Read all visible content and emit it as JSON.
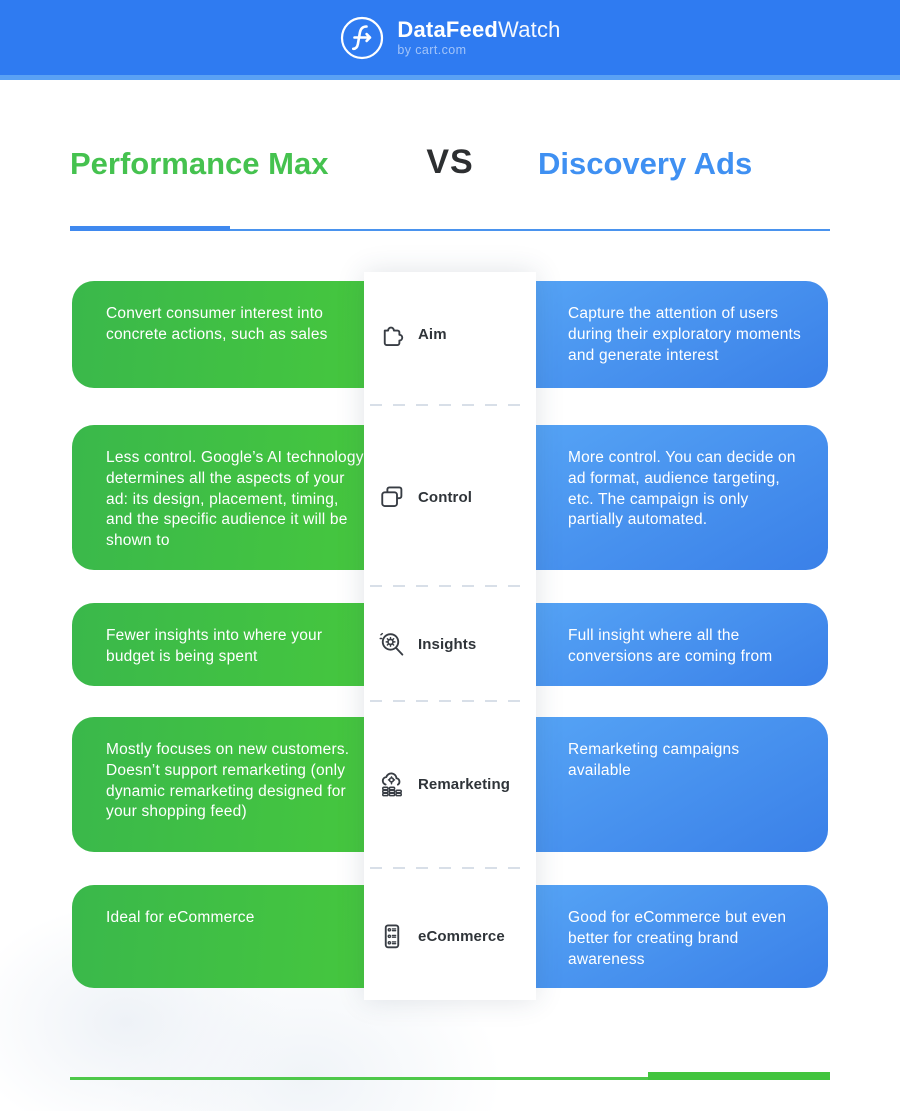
{
  "header": {
    "brand_bold": "DataFeed",
    "brand_light": "Watch",
    "brand_sub": "by cart.com"
  },
  "title": {
    "left": "Performance Max",
    "vs": "VS",
    "right": "Discovery Ads"
  },
  "colors": {
    "header_blue": "#2f7bf1",
    "header_accent": "#5aa1f4",
    "green_title": "#45c24f",
    "blue_title": "#3f90f2",
    "green_card_gradient": [
      "#3ab84b",
      "#4ccf37"
    ],
    "blue_card_gradient": [
      "#55a3f5",
      "#3a80e8"
    ],
    "top_rule": "#4a93ee",
    "bottom_rule": "#4ec84a"
  },
  "rows": [
    {
      "label": "Aim",
      "icon": "puzzle-icon",
      "left": "Convert consumer interest into concrete actions, such as sales",
      "right": "Capture the attention of users during their exploratory moments and generate interest"
    },
    {
      "label": "Control",
      "icon": "layered-cards-icon",
      "left": "Less control. Google’s AI technology determines all the aspects of your ad: its design, placement, timing, and the specific audience it will be shown to",
      "right": "More control. You can decide on ad format, audience targeting, etc. The campaign is only partially automated."
    },
    {
      "label": "Insights",
      "icon": "magnifier-gear-icon",
      "left": "Fewer insights into where your budget is being spent",
      "right": "Full insight where all the conversions are coming from"
    },
    {
      "label": "Remarketing",
      "icon": "cloud-coins-icon",
      "left": "Mostly focuses on new customers. Doesn’t support remarketing (only dynamic remarketing designed for your shopping feed)",
      "right": "Remarketing campaigns available"
    },
    {
      "label": "eCommerce",
      "icon": "server-list-icon",
      "left": "Ideal for eCommerce",
      "right": "Good for eCommerce but even better for creating brand awareness"
    }
  ]
}
